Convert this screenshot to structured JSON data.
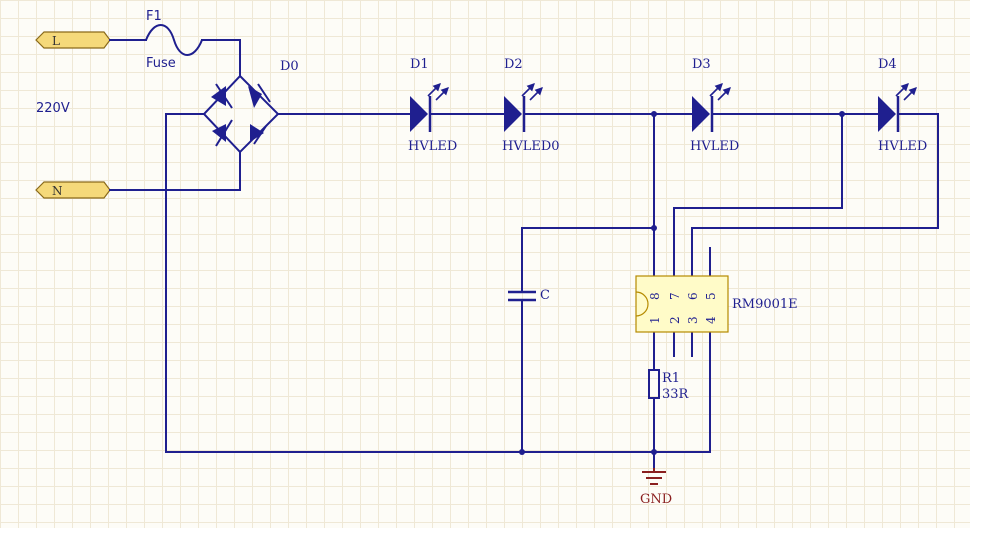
{
  "ports": {
    "line": "L",
    "neutral": "N"
  },
  "supply_voltage": "220V",
  "fuse": {
    "ref": "F1",
    "value": "Fuse"
  },
  "bridge": {
    "ref": "D0"
  },
  "leds": [
    {
      "ref": "D1",
      "value": "HVLED"
    },
    {
      "ref": "D2",
      "value": "HVLED0"
    },
    {
      "ref": "D3",
      "value": "HVLED"
    },
    {
      "ref": "D4",
      "value": "HVLED"
    }
  ],
  "capacitor": {
    "ref": "C"
  },
  "ic": {
    "part": "RM9001E",
    "pins_top": [
      "8",
      "7",
      "6",
      "5"
    ],
    "pins_bottom": [
      "1",
      "2",
      "3",
      "4"
    ]
  },
  "resistor": {
    "ref": "R1",
    "value": "33R"
  },
  "ground": {
    "net": "GND"
  },
  "colors": {
    "wire": "#1f1f8f",
    "ic_body": "#fffbc8",
    "port_fill": "#f5d97a",
    "ground": "#8a1f1f"
  }
}
